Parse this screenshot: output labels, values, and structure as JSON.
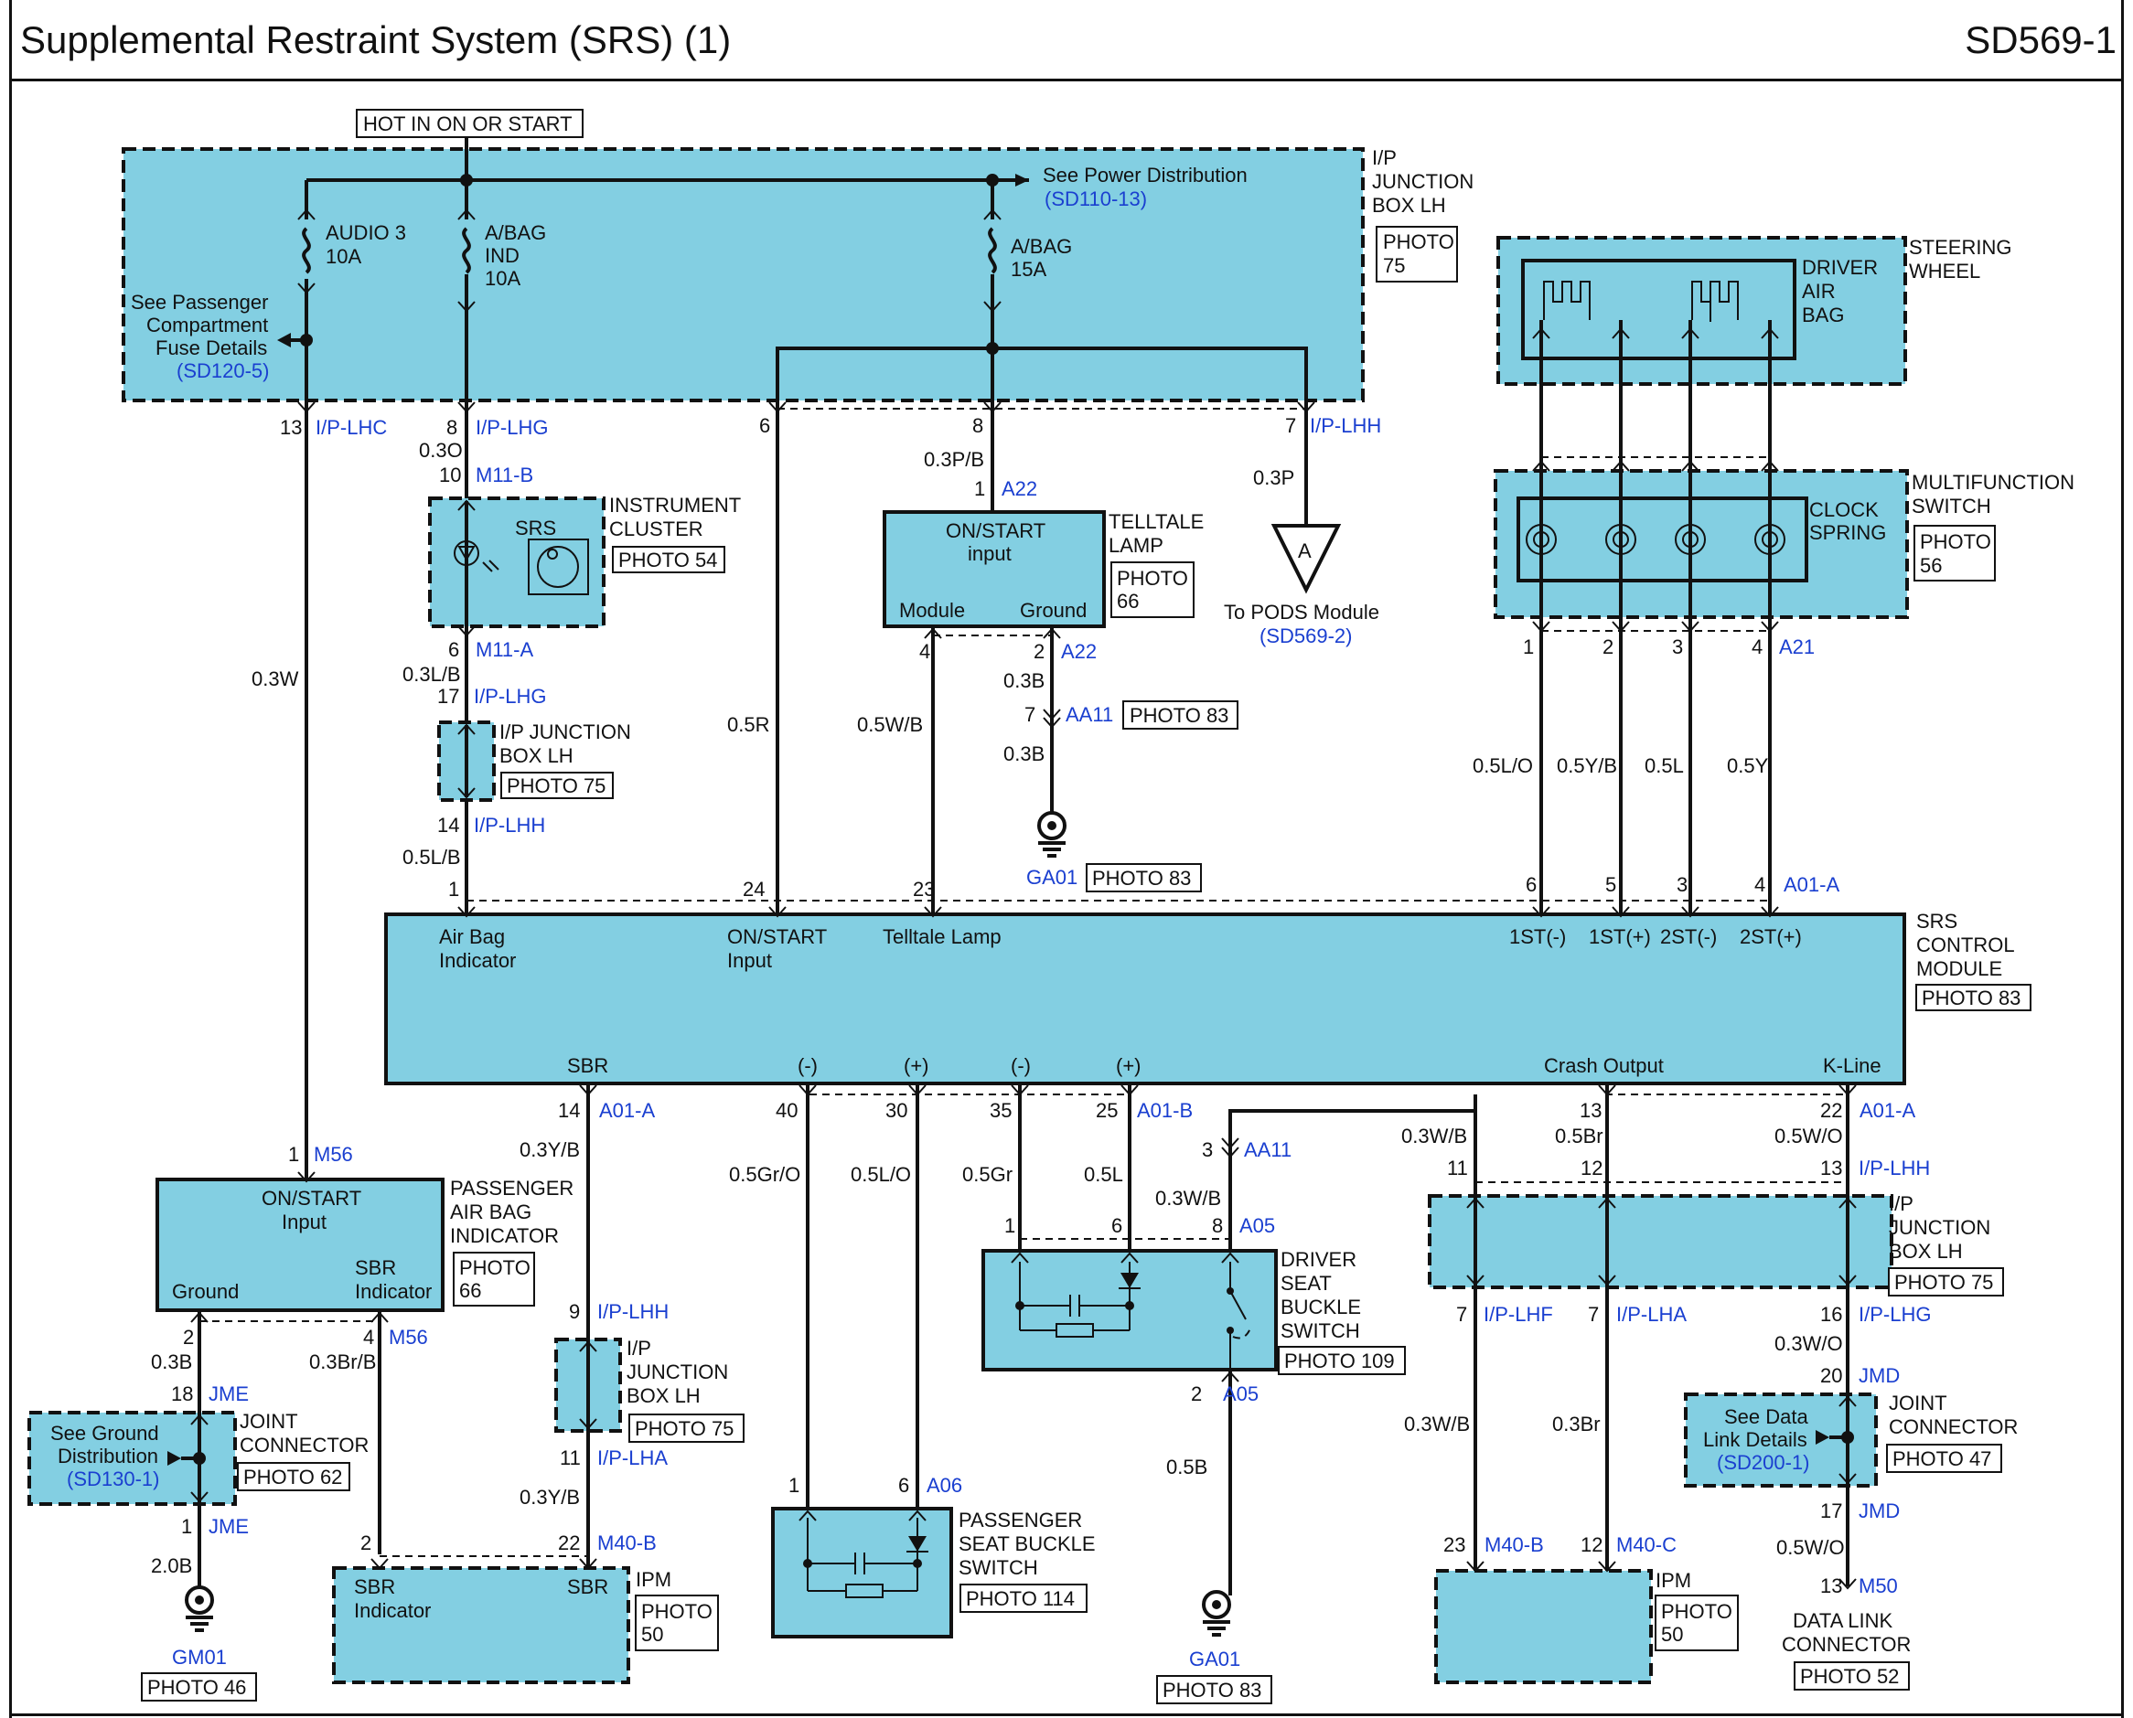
{
  "header": {
    "title": "Supplemental Restraint System (SRS) (1)",
    "diagram_id": "SD569-1"
  },
  "power": {
    "label": "HOT IN ON OR START"
  },
  "ip_junction_top": {
    "label": [
      "I/P",
      "JUNCTION",
      "BOX LH"
    ],
    "photo": [
      "PHOTO",
      "75"
    ],
    "see_power": "See Power Distribution",
    "see_power_ref": "(SD110-13)",
    "see_passenger": [
      "See Passenger",
      "Compartment",
      "Fuse Details"
    ],
    "see_passenger_ref": "(SD120-5)",
    "fuses": [
      {
        "label": [
          "AUDIO 3",
          "10A"
        ]
      },
      {
        "label": [
          "A/BAG",
          "IND",
          "10A"
        ]
      },
      {
        "label": [
          "A/BAG",
          "15A"
        ]
      }
    ]
  },
  "pins_top": {
    "p13": "13",
    "c_iplhc": "I/P-LHC",
    "p8a": "8",
    "c_iplhg": "I/P-LHG",
    "p6": "6",
    "p8b": "8",
    "p7": "7",
    "c_iplhh": "I/P-LHH"
  },
  "wires": {
    "w03o": "0.3O",
    "w03w": "0.3W",
    "w03lb": "0.3L/B",
    "w05lb": "0.5L/B",
    "w05r": "0.5R",
    "w03pb": "0.3P/B",
    "w05wb": "0.5W/B",
    "w03b_a": "0.3B",
    "w03b_b": "0.3B",
    "w03p": "0.3P",
    "w05lo": "0.5L/O",
    "w05yb": "0.5Y/B",
    "w05l": "0.5L",
    "w05y": "0.5Y",
    "w03yb": "0.3Y/B",
    "w03yb2": "0.3Y/B",
    "w05gro": "0.5Gr/O",
    "w05lo2": "0.5L/O",
    "w05gr": "0.5Gr",
    "w05l2": "0.5L",
    "w03wb": "0.3W/B",
    "w03wb2": "0.3W/B",
    "w03wb3": "0.3W/B",
    "w05br": "0.5Br",
    "w05wo": "0.5W/O",
    "w03wo": "0.3W/O",
    "w05wo2": "0.5W/O",
    "w03br": "0.3Br",
    "w03b_c": "0.3B",
    "w03brb": "0.3Br/B",
    "w20b": "2.0B",
    "w05b": "0.5B"
  },
  "instrument_cluster": {
    "label": [
      "INSTRUMENT",
      "CLUSTER"
    ],
    "photo": "PHOTO 54",
    "inner": "SRS",
    "p10": "10",
    "c_m11b": "M11-B",
    "p6": "6",
    "c_m11a": "M11-A"
  },
  "ip_jb_small_1": {
    "label": [
      "I/P JUNCTION",
      "BOX LH"
    ],
    "photo": "PHOTO 75",
    "p17": "17",
    "c1": "I/P-LHG",
    "p14": "14",
    "c2": "I/P-LHH"
  },
  "telltale": {
    "label": [
      "TELLTALE",
      "LAMP"
    ],
    "photo": [
      "PHOTO",
      "66"
    ],
    "input": [
      "ON/START",
      "input"
    ],
    "module": "Module",
    "ground": "Ground",
    "p1": "1",
    "c_a22": "A22",
    "p4": "4",
    "p2": "2",
    "c_a22b": "A22",
    "p7": "7",
    "c_aa11": "AA11",
    "photo83": "PHOTO 83",
    "ground_id": "GA01",
    "ground_photo": "PHOTO 83"
  },
  "pods": {
    "letter": "A",
    "label": "To PODS Module",
    "ref": "(SD569-2)"
  },
  "steering": {
    "label": [
      "STEERING",
      "WHEEL"
    ],
    "airbag": [
      "DRIVER",
      "AIR",
      "BAG"
    ]
  },
  "multifunction": {
    "label": [
      "MULTIFUNCTION",
      "SWITCH"
    ],
    "photo": [
      "PHOTO",
      "56"
    ],
    "clock": [
      "CLOCK",
      "SPRING"
    ],
    "pins": [
      "1",
      "2",
      "3",
      "4"
    ],
    "c_a21": "A21"
  },
  "srs_module": {
    "label": [
      "SRS",
      "CONTROL",
      "MODULE"
    ],
    "photo": "PHOTO 83",
    "top_pins": {
      "p1": "1",
      "p24": "24",
      "p23": "23",
      "p6": "6",
      "p5": "5",
      "p3": "3",
      "p4": "4",
      "c_a01a": "A01-A"
    },
    "top_labels": {
      "airbag": [
        "Air Bag",
        "Indicator"
      ],
      "onstart": [
        "ON/START",
        "Input"
      ],
      "telltale": "Telltale Lamp",
      "st1m": "1ST(-)",
      "st1p": "1ST(+)",
      "st2m": "2ST(-)",
      "st2p": "2ST(+)"
    },
    "bottom_labels": {
      "sbr": "SBR",
      "m1": "(-)",
      "p1": "(+)",
      "m2": "(-)",
      "p2": "(+)",
      "crash": "Crash Output",
      "kline": "K-Line"
    },
    "bottom_pins": {
      "p14": "14",
      "c_a01a": "A01-A",
      "p40": "40",
      "p30": "30",
      "p35": "35",
      "p25": "25",
      "c_a01b": "A01-B",
      "p13": "13",
      "p22": "22",
      "c_a01a2": "A01-A"
    }
  },
  "passenger_indicator": {
    "label": [
      "PASSENGER",
      "AIR BAG",
      "INDICATOR"
    ],
    "photo": [
      "PHOTO",
      "66"
    ],
    "input": [
      "ON/START",
      "Input"
    ],
    "ground": "Ground",
    "sbr": [
      "SBR",
      "Indicator"
    ],
    "p1": "1",
    "c_m56": "M56",
    "p2": "2",
    "p4": "4",
    "c_m56b": "M56"
  },
  "joint_left": {
    "label": [
      "JOINT",
      "CONNECTOR"
    ],
    "photo": "PHOTO 62",
    "see": [
      "See Ground",
      "Distribution"
    ],
    "ref": "(SD130-1)",
    "p18": "18",
    "c_jme": "JME",
    "p1": "1",
    "c_jme2": "JME",
    "ground_id": "GM01",
    "ground_photo": "PHOTO 46"
  },
  "ip_jb_small_2": {
    "label": [
      "I/P",
      "JUNCTION",
      "BOX LH"
    ],
    "photo": "PHOTO 75",
    "p9": "9",
    "c1": "I/P-LHH",
    "p11": "11",
    "c2": "I/P-LHA"
  },
  "ipm_left": {
    "label": "IPM",
    "photo": [
      "PHOTO",
      "50"
    ],
    "sbr_ind": [
      "SBR",
      "Indicator"
    ],
    "sbr": "SBR",
    "p2": "2",
    "p22": "22",
    "c_m40b": "M40-B"
  },
  "pass_buckle": {
    "label": [
      "PASSENGER",
      "SEAT BUCKLE",
      "SWITCH"
    ],
    "photo": "PHOTO 114",
    "p1": "1",
    "p6": "6",
    "c_a06": "A06"
  },
  "driver_buckle": {
    "label": [
      "DRIVER",
      "SEAT",
      "BUCKLE",
      "SWITCH"
    ],
    "photo": "PHOTO 109",
    "p3": "3",
    "c_aa11": "AA11",
    "p1": "1",
    "p6": "6",
    "p8": "8",
    "c_a05": "A05",
    "p2": "2",
    "c_a05b": "A05",
    "ground_id": "GA01",
    "ground_photo": "PHOTO 83"
  },
  "ip_jb_right": {
    "label": [
      "I/P",
      "JUNCTION",
      "BOX LH"
    ],
    "photo": "PHOTO 75",
    "p11": "11",
    "p12": "12",
    "p13": "13",
    "c_lhh": "I/P-LHH",
    "p7a": "7",
    "c_lhf": "I/P-LHF",
    "p7b": "7",
    "c_lha": "I/P-LHA",
    "p16": "16",
    "c_lhg": "I/P-LHG"
  },
  "joint_right": {
    "label": [
      "JOINT",
      "CONNECTOR"
    ],
    "photo": "PHOTO 47",
    "see": [
      "See Data",
      "Link Details"
    ],
    "ref": "(SD200-1)",
    "p20": "20",
    "c_jmd": "JMD",
    "p17": "17",
    "c_jmd2": "JMD"
  },
  "ipm_right": {
    "label": "IPM",
    "photo": [
      "PHOTO",
      "50"
    ],
    "p23": "23",
    "c_m40b": "M40-B",
    "p12": "12",
    "c_m40c": "M40-C"
  },
  "dlc": {
    "label": [
      "DATA LINK",
      "CONNECTOR"
    ],
    "photo": "PHOTO 52",
    "p13": "13",
    "c_m50": "M50"
  }
}
